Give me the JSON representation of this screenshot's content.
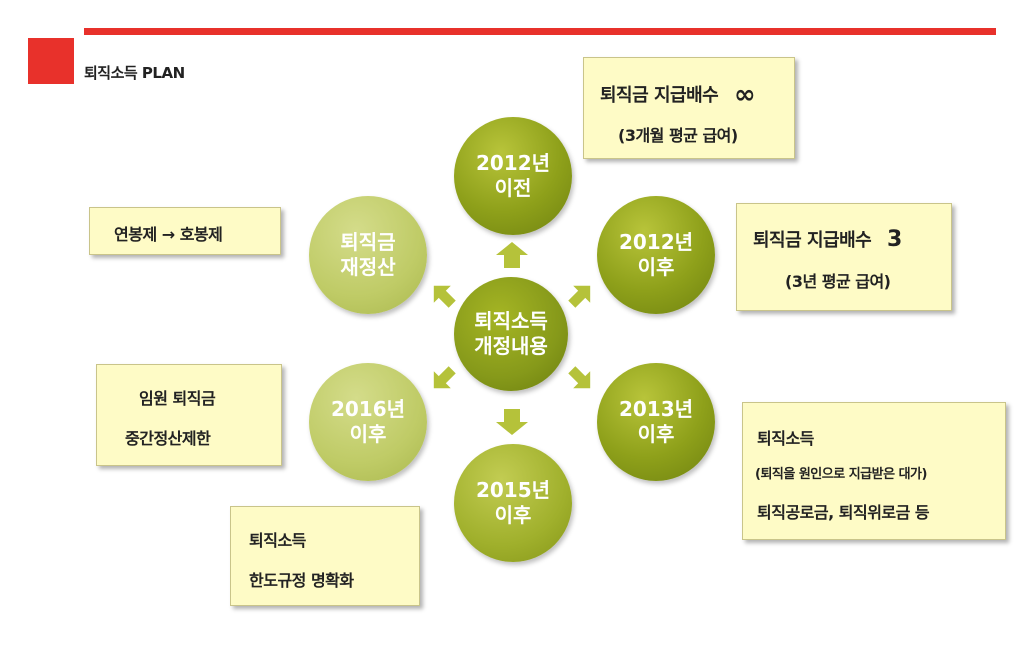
{
  "header": {
    "title": "퇴직소득 PLAN",
    "accent_color": "#e8312b"
  },
  "center": {
    "line1": "퇴직소득",
    "line2": "개정내용"
  },
  "circles": [
    {
      "id": "2012-before",
      "line1": "2012년",
      "line2": "이전"
    },
    {
      "id": "2012-after",
      "line1": "2012년",
      "line2": "이후"
    },
    {
      "id": "2013-after",
      "line1": "2013년",
      "line2": "이후"
    },
    {
      "id": "2015-after",
      "line1": "2015년",
      "line2": "이후"
    },
    {
      "id": "2016-after",
      "line1": "2016년",
      "line2": "이후"
    },
    {
      "id": "resettlement",
      "line1": "퇴직금",
      "line2": "재정산"
    }
  ],
  "notes": {
    "n2012_before": {
      "line1": "퇴직금 지급배수",
      "symbol": "∞",
      "line2": "(3개월 평균 급여)"
    },
    "n2012_after": {
      "line1": "퇴직금 지급배수",
      "symbol": "3",
      "line2": "(3년 평균 급여)"
    },
    "n2013_after": {
      "line1": "퇴직소득",
      "line2": "(퇴직을 원인으로 지급받은 대가)",
      "line3": "퇴직공로금, 퇴직위로금 등"
    },
    "n2015_after": {
      "line1": "퇴직소득",
      "line2": "한도규정 명확화"
    },
    "n2016_after": {
      "line1": "임원 퇴직금",
      "line2": "중간정산제한"
    },
    "n_resettlement": {
      "line1": "연봉제 → 호봉제"
    }
  },
  "colors": {
    "note_bg": "#fefbc6",
    "arrow": "#b5c23a"
  }
}
